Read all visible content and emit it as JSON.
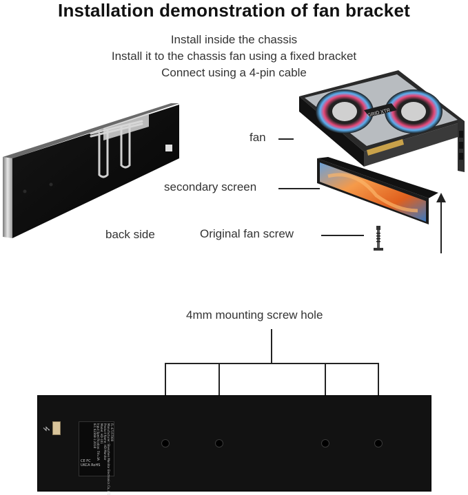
{
  "title": "Installation demonstration of fan bracket",
  "steps": [
    "Install inside the chassis",
    "Install it to the chassis fan using a fixed bracket",
    "Connect using a 4-pin cable"
  ],
  "labels": {
    "fan": "fan",
    "secondary_screen": "secondary screen",
    "back_side": "back side",
    "original_fan_screw": "Original fan screw",
    "mounting_hole": "4mm mounting screw hole"
  },
  "gpu_brand": "GRID XTR",
  "back_label": {
    "lines": [
      "FL-4715T000",
      "Manufacturer: Shenzhen Monitor Electronics Co.,LTD",
      "Product Name: HD Monitor",
      "Model: HD-101",
      "Input Specification: 5V=3A",
      "IEC 62368-1:2018"
    ],
    "marks": [
      "CE",
      "FC",
      "UKCA",
      "RoHS"
    ]
  },
  "colors": {
    "panel_black": "#101010",
    "bracket_silver": "#c8c8c8",
    "screen_orange": "#f07828",
    "screen_blue": "#4a86c8"
  }
}
